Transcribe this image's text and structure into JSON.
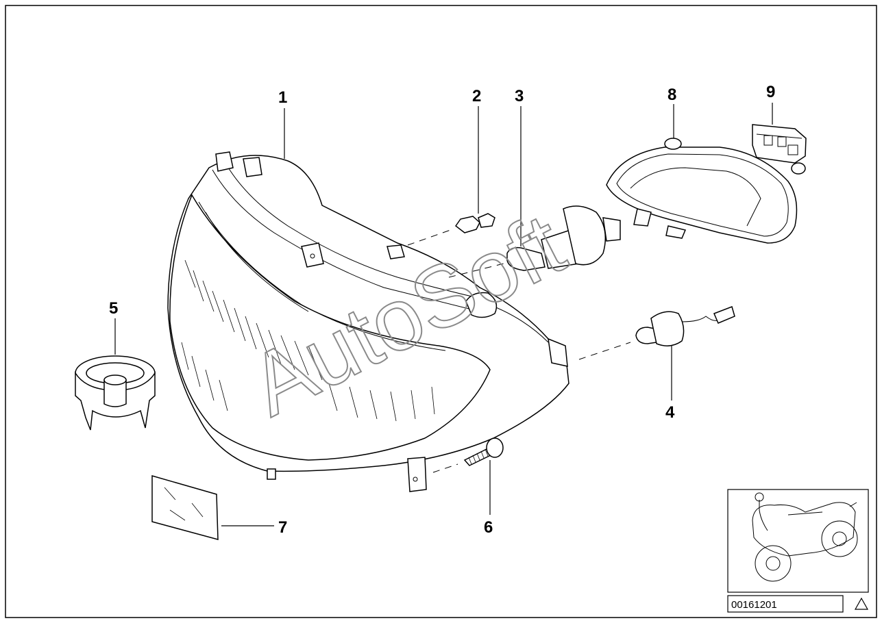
{
  "watermark": "AutoSoft",
  "parts": [
    {
      "number": "1",
      "name": "headlight-housing"
    },
    {
      "number": "2",
      "name": "parking-bulb"
    },
    {
      "number": "3",
      "name": "halogen-bulb"
    },
    {
      "number": "4",
      "name": "bulb-with-socket"
    },
    {
      "number": "5",
      "name": "cover-cap"
    },
    {
      "number": "6",
      "name": "screw"
    },
    {
      "number": "7",
      "name": "label"
    },
    {
      "number": "8",
      "name": "gasket-cover"
    },
    {
      "number": "9",
      "name": "connector"
    }
  ],
  "diagram_code": "00161201"
}
